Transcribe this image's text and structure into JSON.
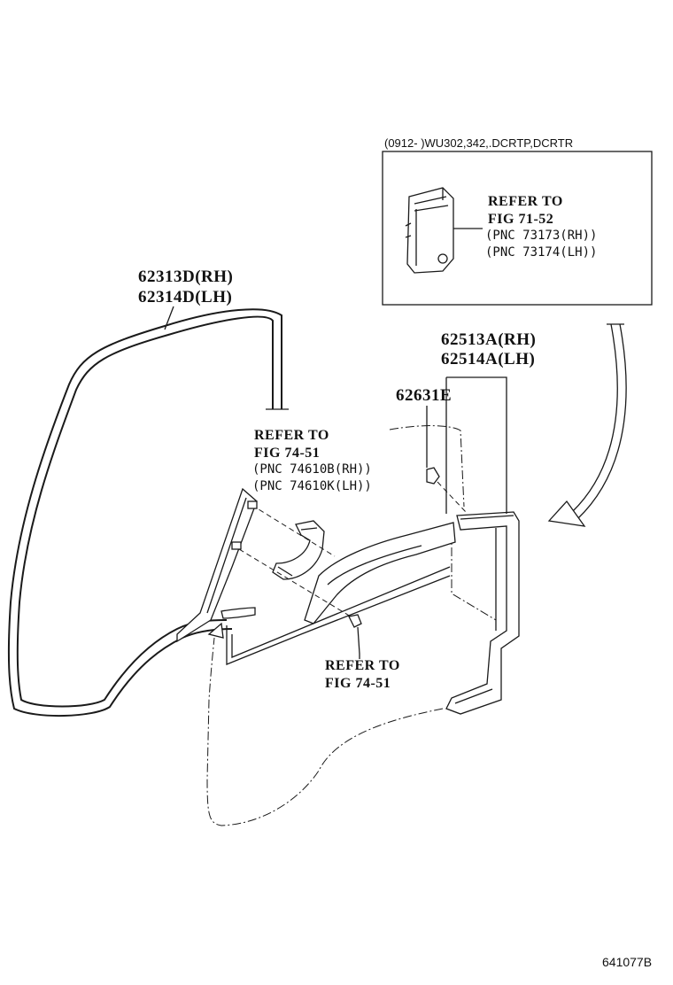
{
  "inset": {
    "applicability": "(0912-    )WU302,342,.DCRTP,DCRTR",
    "refer_line1": "REFER TO",
    "refer_line2": "FIG 71-52",
    "pnc_rh": "(PNC 73173(RH))",
    "pnc_lh": "(PNC 73174(LH))"
  },
  "callouts": {
    "weatherstrip_rh": "62313D(RH)",
    "weatherstrip_lh": "62314D(LH)",
    "garnish_rh": "62513A(RH)",
    "garnish_lh": "62514A(LH)",
    "clip": "62631E",
    "assist_grip_ref_line1": "REFER TO",
    "assist_grip_ref_line2": "FIG 74-51",
    "assist_grip_pnc_rh": "(PNC 74610B(RH))",
    "assist_grip_pnc_lh": "(PNC 74610K(LH))",
    "screw_ref_line1": "REFER TO",
    "screw_ref_line2": "FIG 74-51"
  },
  "figure_id": "641077B"
}
